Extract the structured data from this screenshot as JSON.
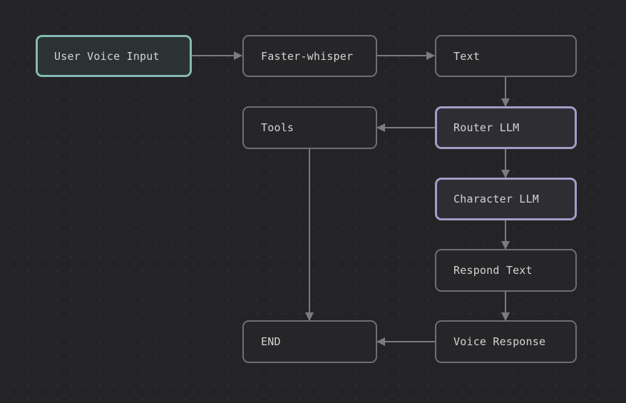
{
  "diagram": {
    "type": "flowchart",
    "nodes": {
      "user_voice_input": "User Voice Input",
      "faster_whisper": "Faster-whisper",
      "text": "Text",
      "tools": "Tools",
      "router_llm": "Router LLM",
      "character_llm": "Character LLM",
      "respond_text": "Respond Text",
      "end": "END",
      "voice_response": "Voice Response"
    },
    "edges": [
      [
        "user_voice_input",
        "faster_whisper"
      ],
      [
        "faster_whisper",
        "text"
      ],
      [
        "text",
        "router_llm"
      ],
      [
        "router_llm",
        "tools"
      ],
      [
        "router_llm",
        "character_llm"
      ],
      [
        "character_llm",
        "respond_text"
      ],
      [
        "respond_text",
        "voice_response"
      ],
      [
        "voice_response",
        "end"
      ],
      [
        "tools",
        "end"
      ]
    ]
  },
  "colors": {
    "background": "#242426",
    "node_border": "#6f6f73",
    "input_border": "#87b9b4",
    "llm_border": "#a59cc8",
    "edge": "#7c7c7e",
    "text": "#d4d4d4"
  }
}
